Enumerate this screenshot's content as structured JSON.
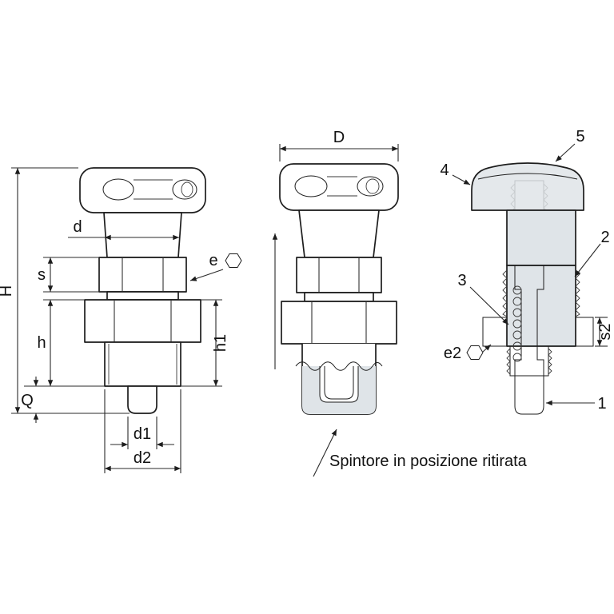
{
  "meta": {
    "type": "technical-drawing",
    "language": "it"
  },
  "palette": {
    "line": "#1d1d1d",
    "dim_line": "#2a2a2a",
    "fill_light": "#dfe4e8",
    "fill_mid": "#c6cdd3",
    "fill_dark": "#59626b",
    "fill_pin": "#6e7780",
    "fill_stem": "#949ea6",
    "background": "#ffffff"
  },
  "side_view": {
    "H": "H",
    "d": "d",
    "s": "s",
    "h": "h",
    "Q": "Q",
    "d1": "d1",
    "d2": "d2",
    "h1": "h1",
    "e": "e"
  },
  "front_view": {
    "D": "D"
  },
  "section_view": {
    "n1": "1",
    "n2": "2",
    "n3": "3",
    "n4": "4",
    "n5": "5",
    "e2": "e2",
    "s2": "s2"
  },
  "annotation": {
    "retracted": "Spintore in posizione ritirata"
  }
}
